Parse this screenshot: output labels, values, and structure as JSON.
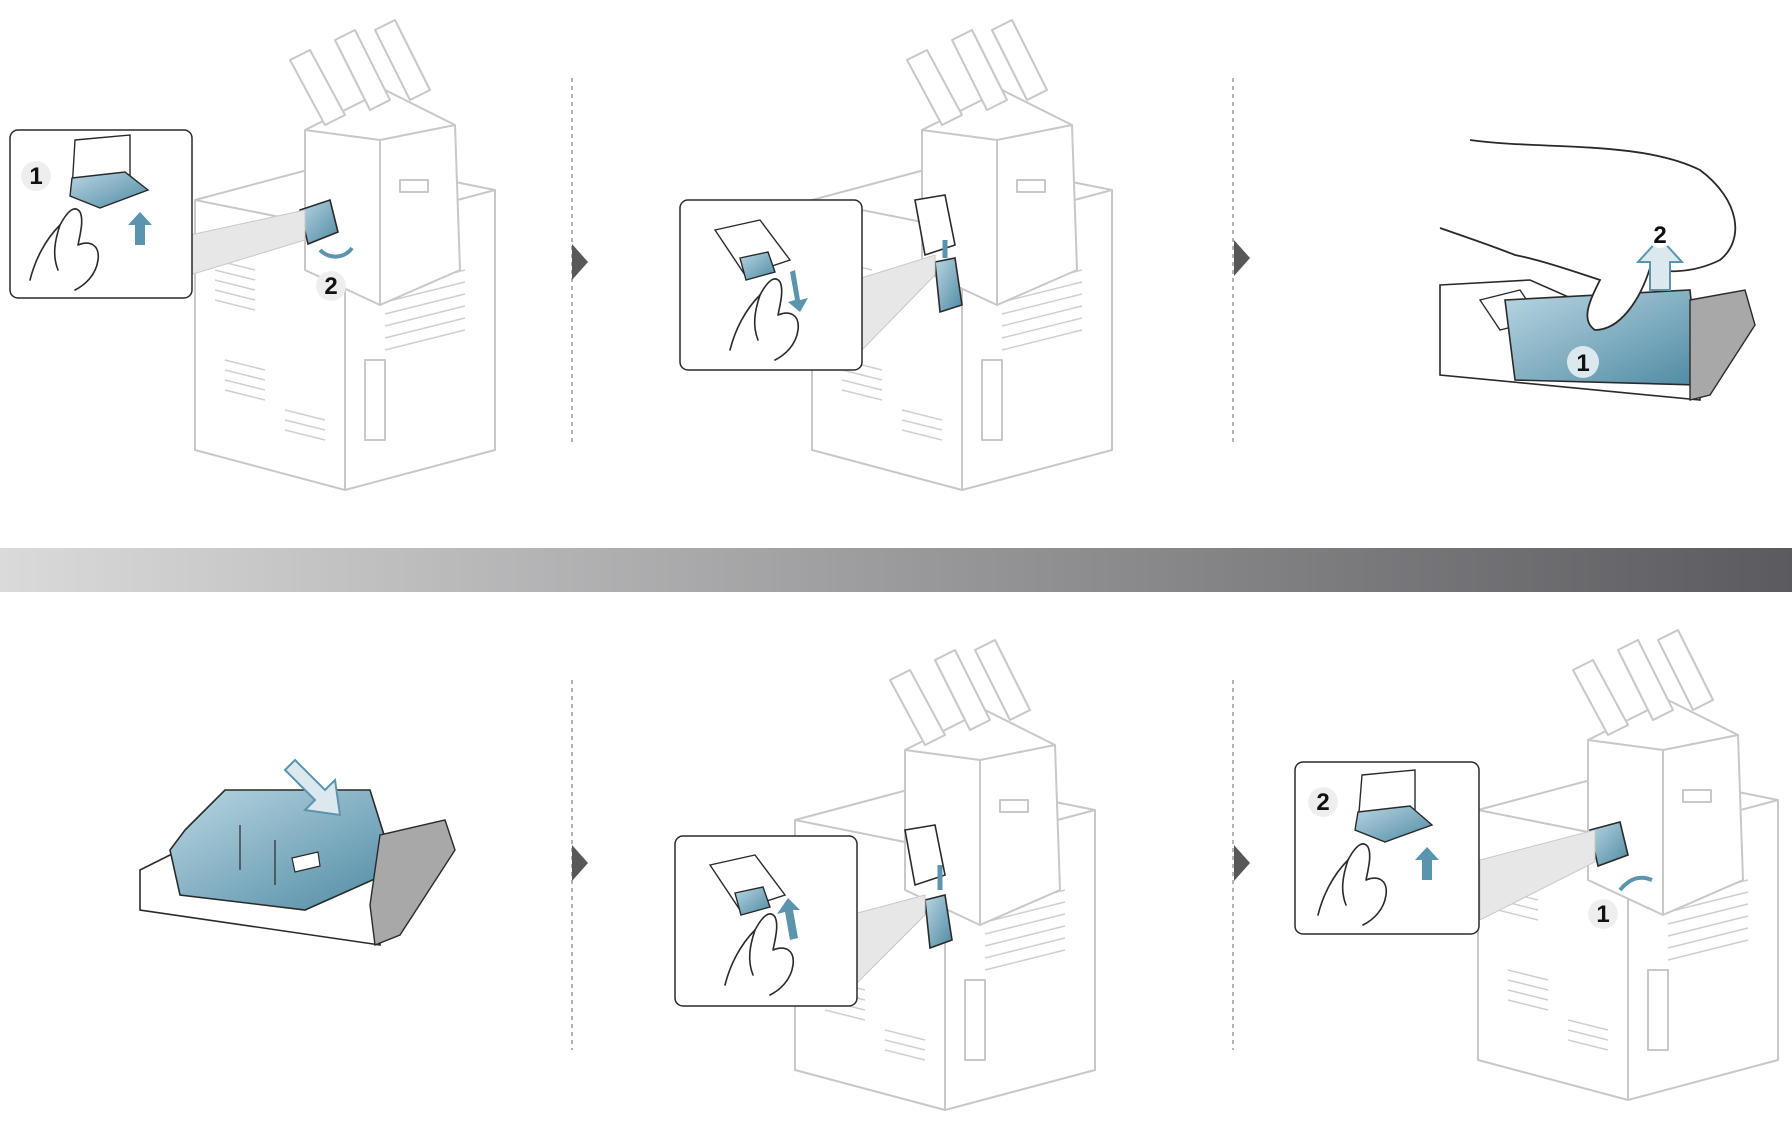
{
  "diagram": {
    "title": "",
    "colors": {
      "part": "#5b95ad",
      "part_light": "#a9cbd8",
      "outline": "#c9c9c9",
      "ink": "#2a2a2a",
      "divider_bar_start": "#d9d9d9",
      "divider_bar_end": "#5b5b5f",
      "arrow": "#58585b"
    },
    "top_row": {
      "step1": {
        "labels": [
          "1",
          "2"
        ]
      },
      "step2": {
        "labels": []
      },
      "step3": {
        "labels": [
          "1",
          "2"
        ]
      }
    },
    "bottom_row": {
      "step4": {
        "labels": []
      },
      "step5": {
        "labels": []
      },
      "step6": {
        "labels": [
          "1",
          "2"
        ]
      }
    },
    "icons": [
      "printer-icon",
      "hand-icon",
      "staple-cartridge-icon",
      "next-step-arrow-icon",
      "zoom-callout-icon"
    ]
  }
}
